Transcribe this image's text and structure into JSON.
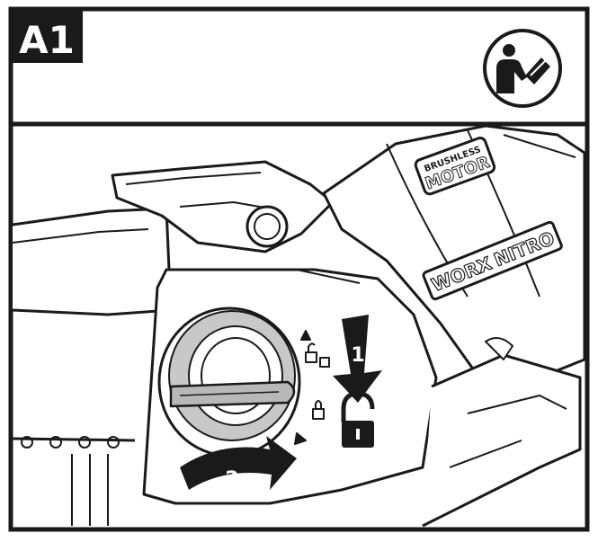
{
  "header": {
    "step_label": "A1",
    "manual_icon": "read-manual-icon"
  },
  "tool": {
    "motor_top_label": "BRUSHLESS",
    "motor_label": "MOTOR",
    "brand_label": "WORX",
    "model_label": "NITRO"
  },
  "steps": {
    "step1_number": "1",
    "step2_number": "2"
  },
  "icons": {
    "unlock_icon": "open-padlock-icon",
    "lock_icon": "closed-padlock-icon",
    "arrow_down": "arrow-down-icon",
    "arrow_curved": "curved-arrow-icon"
  },
  "colors": {
    "ink": "#1a1a1a",
    "paper": "#ffffff",
    "shade": "#c8c8c8"
  }
}
